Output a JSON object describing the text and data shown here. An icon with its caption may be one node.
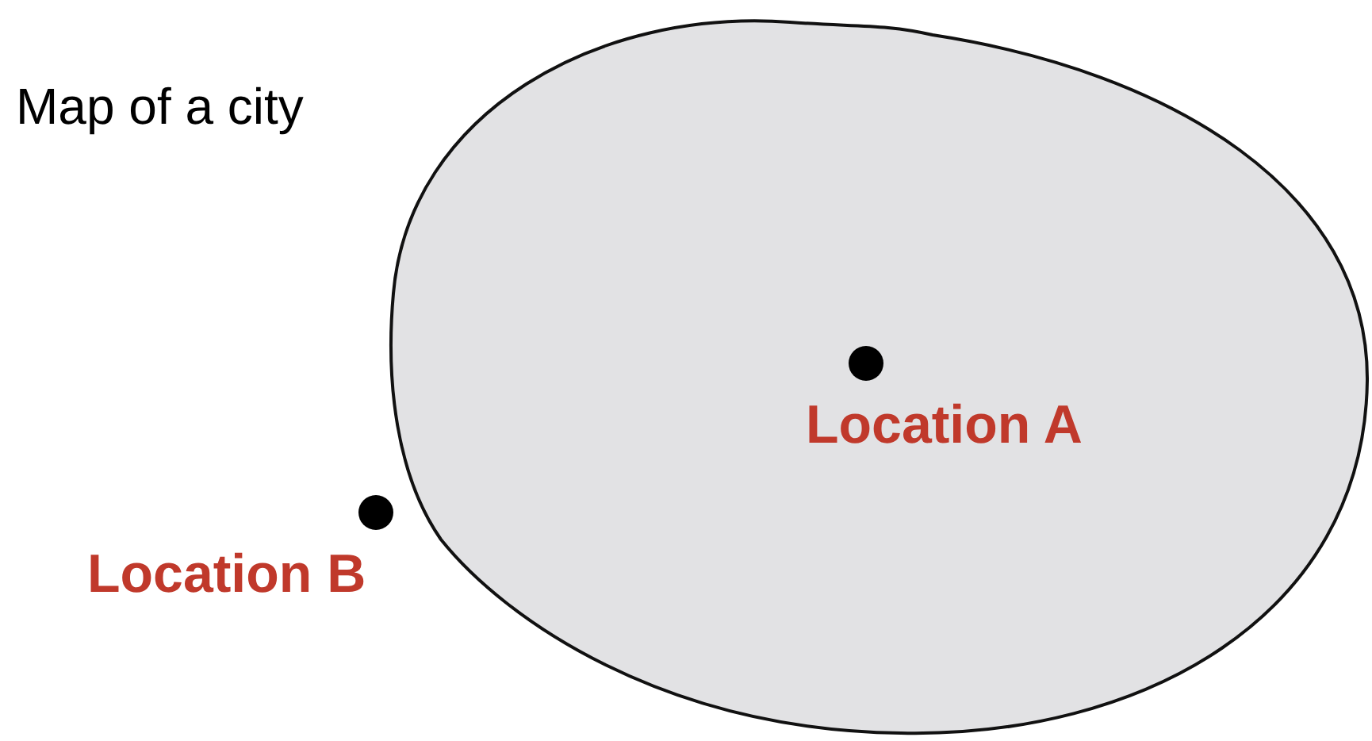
{
  "diagram": {
    "title": "Map of a city",
    "nodes": [
      {
        "text": [],
        "shape": "ellipse"
      },
      {
        "text": [
          "Location A"
        ],
        "in": 0
      },
      {
        "text": [
          "Location B"
        ]
      }
    ]
  }
}
